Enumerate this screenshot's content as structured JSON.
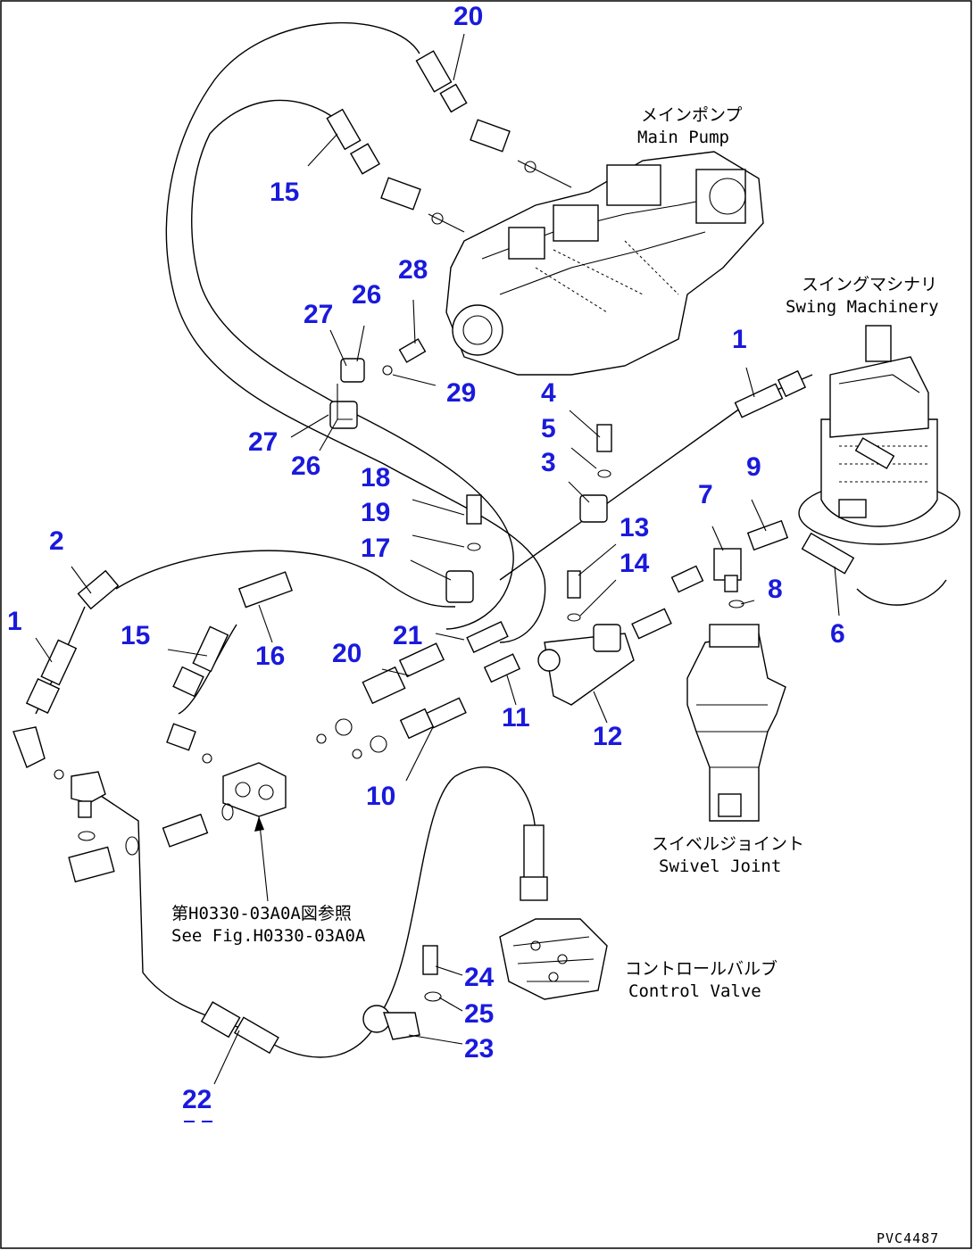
{
  "components": {
    "main_pump": {
      "jp": "メインポンプ",
      "en": "Main Pump"
    },
    "swing_machinery": {
      "jp": "スイングマシナリ",
      "en": "Swing Machinery"
    },
    "swivel_joint": {
      "jp": "スイベルジョイント",
      "en": "Swivel Joint"
    },
    "control_valve": {
      "jp": "コントロールバルブ",
      "en": "Control Valve"
    }
  },
  "reference": {
    "jp": "第H0330-03A0A図参照",
    "en": "See Fig.H0330-03A0A"
  },
  "drawing_code": "PVC4487",
  "callouts": [
    "20",
    "15",
    "28",
    "27",
    "26",
    "29",
    "4",
    "5",
    "3",
    "1",
    "27",
    "26",
    "18",
    "19",
    "17",
    "13",
    "14",
    "9",
    "7",
    "8",
    "6",
    "2",
    "1",
    "15",
    "16",
    "21",
    "20",
    "11",
    "12",
    "10",
    "24",
    "25",
    "23",
    "22"
  ]
}
